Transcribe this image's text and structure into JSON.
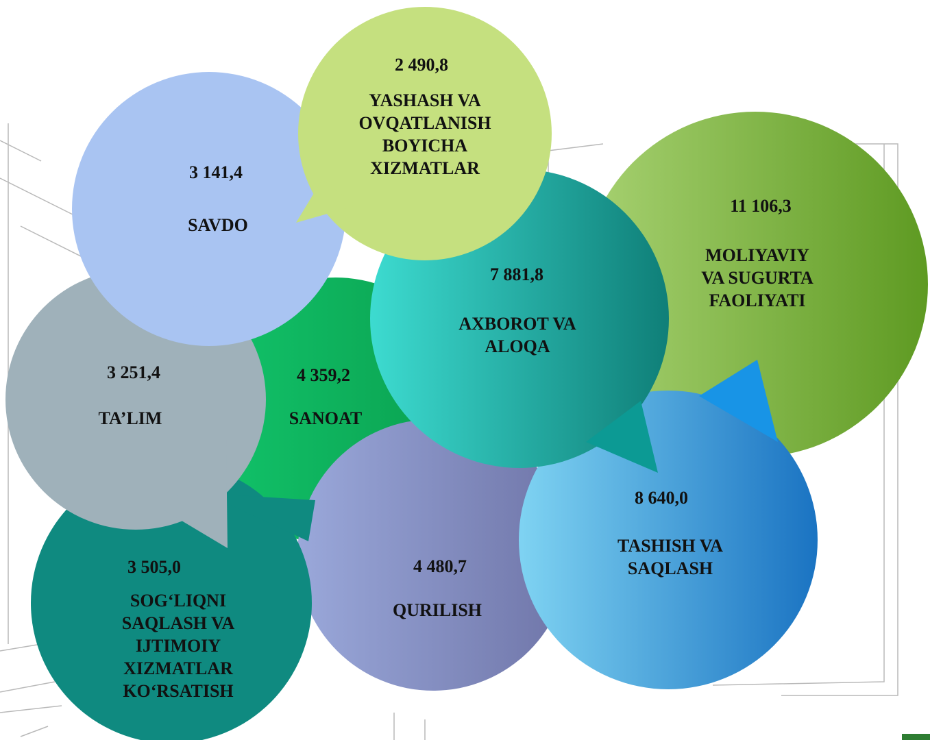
{
  "bubbles": [
    {
      "id": "savdo",
      "value": "3 141,4",
      "label": "SAVDO",
      "colors": [
        "#a9c4f2",
        "#a9c4f2"
      ]
    },
    {
      "id": "yashash",
      "value": "2 490,8",
      "label": "YASHASH VA\nOVQATLANISH\nBOYICHA\nXIZMATLAR",
      "colors": [
        "#c5e07f",
        "#c5e07f"
      ]
    },
    {
      "id": "moliyaviy",
      "value": "11 106,3",
      "label": "MOLIYAVIY\nVA SUGURTA\nFAOLIYATI",
      "colors": [
        "#a8d272",
        "#5e9a22"
      ]
    },
    {
      "id": "axborot",
      "value": "7 881,8",
      "label": "AXBOROT VA\nALOQA",
      "colors": [
        "#3ddbd0",
        "#0f7f78"
      ]
    },
    {
      "id": "talim",
      "value": "3 251,4",
      "label": "TA’LIM",
      "colors": [
        "#9fb1ba",
        "#9fb1ba"
      ]
    },
    {
      "id": "sanoat",
      "value": "4 359,2",
      "label": "SANOAT",
      "colors": [
        "#12c46b",
        "#0a9f4e"
      ]
    },
    {
      "id": "tashish",
      "value": "8 640,0",
      "label": "TASHISH VA\nSAQLASH",
      "colors": [
        "#7fd3f2",
        "#1a73c2"
      ]
    },
    {
      "id": "qurilish",
      "value": "4 480,7",
      "label": "QURILISH",
      "colors": [
        "#9aa8da",
        "#6f75a8"
      ]
    },
    {
      "id": "sogliqni",
      "value": "3 505,0",
      "label": "SOG‘LIQNI\nSAQLASH VA\nIJTIMOIY\nXIZMATLAR\nKO‘RSATISH",
      "colors": [
        "#0f8a80",
        "#0f8a80"
      ]
    }
  ]
}
